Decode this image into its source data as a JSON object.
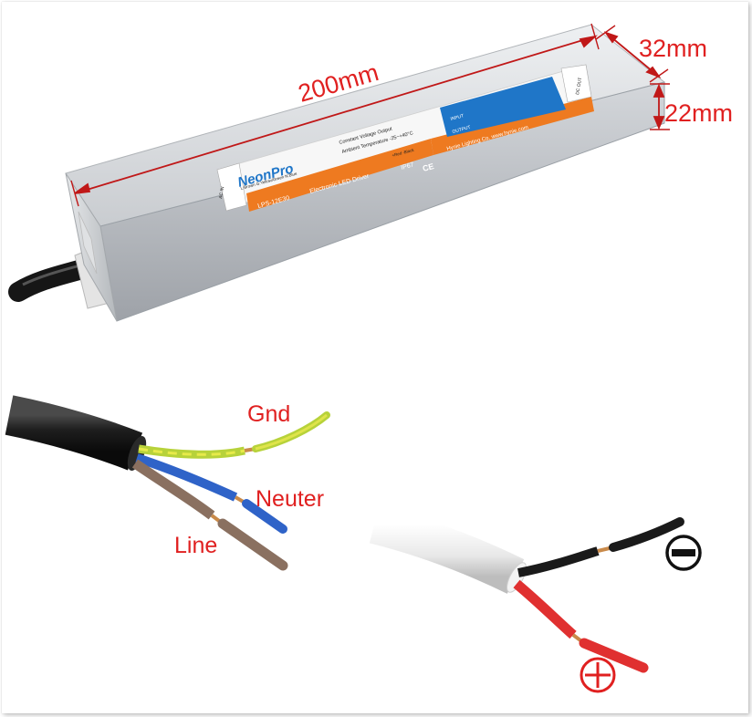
{
  "dimensions": {
    "length": "200mm",
    "width": "32mm",
    "height": "22mm"
  },
  "product": {
    "brand": "NeonPro",
    "model": "LPS-12E30",
    "type": "Electronic LED Driver",
    "rating": "IP67",
    "manufacturer": "Hynie Lighting Co. www.hynie.com",
    "feature_1": "Constant Voltage Output",
    "feature_2": "Ambient Temperature -25~+40°C",
    "ac_in_label": "AC IN",
    "ac_wires": "L:Brown G:Yellow/Green N:Blue",
    "dc_out_label": "DC OUT",
    "dc_wires": "+Red -Black",
    "spec_input_label": "INPUT",
    "spec_output_label": "OUTPUT"
  },
  "ac_cable": {
    "gnd_label": "Gnd",
    "neutral_label": "Neuter",
    "line_label": "Line",
    "colors": {
      "ground": "#b7d23a",
      "ground_stripe": "#d9e43c",
      "neutral": "#2f63c8",
      "line": "#8a7060"
    }
  },
  "dc_cable": {
    "negative_symbol": "minus-symbol",
    "positive_symbol": "plus-symbol",
    "colors": {
      "negative": "#1a1a1a",
      "positive": "#e03030"
    }
  },
  "colors": {
    "label_red": "#e02020",
    "dimension_line": "#c01818",
    "label_blue": "#1f76c8",
    "label_orange": "#ee7a20"
  }
}
